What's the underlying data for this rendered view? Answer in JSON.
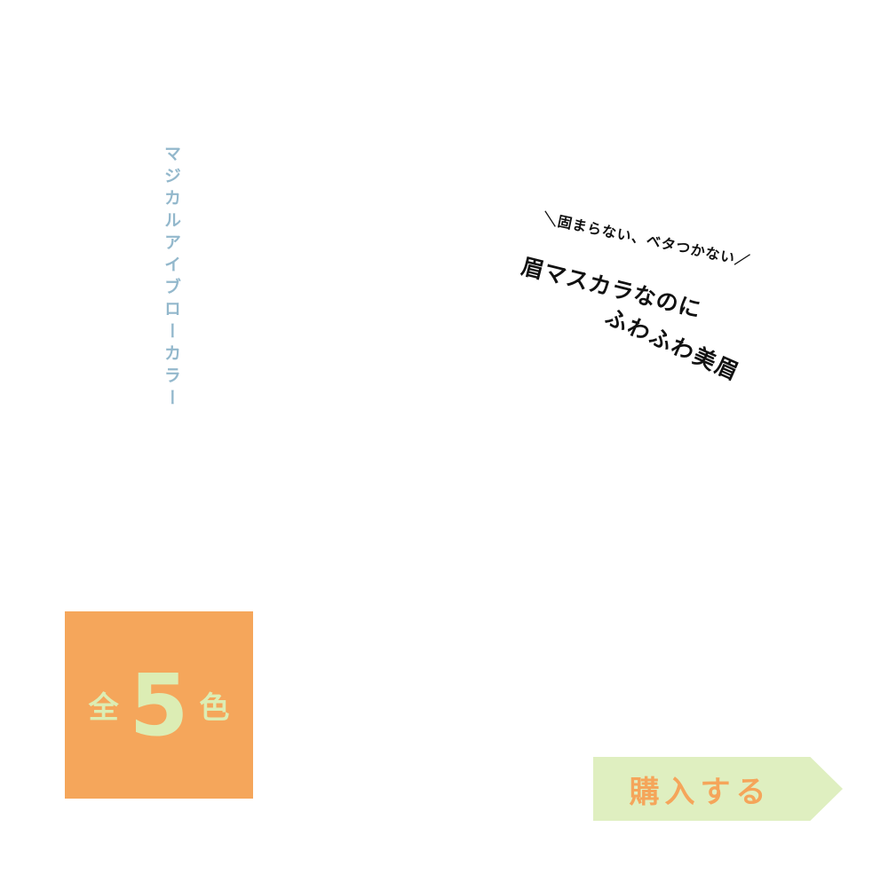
{
  "vertical_title": "マジカルアイブローカラー",
  "headline": {
    "line1": "＼固まらない、ベタつかない／",
    "line2": "眉マスカラなのに",
    "line3": "ふわふわ美眉"
  },
  "badge": {
    "prefix": "全",
    "number": "5",
    "suffix": "色"
  },
  "buy_button": {
    "label": "購入する"
  },
  "colors": {
    "badge_bg": "#f5a65b",
    "badge_text": "#dcedb4",
    "button_bg": "#dfefc0",
    "button_text": "#f5a55a",
    "vertical_text": "#93b8cc"
  }
}
